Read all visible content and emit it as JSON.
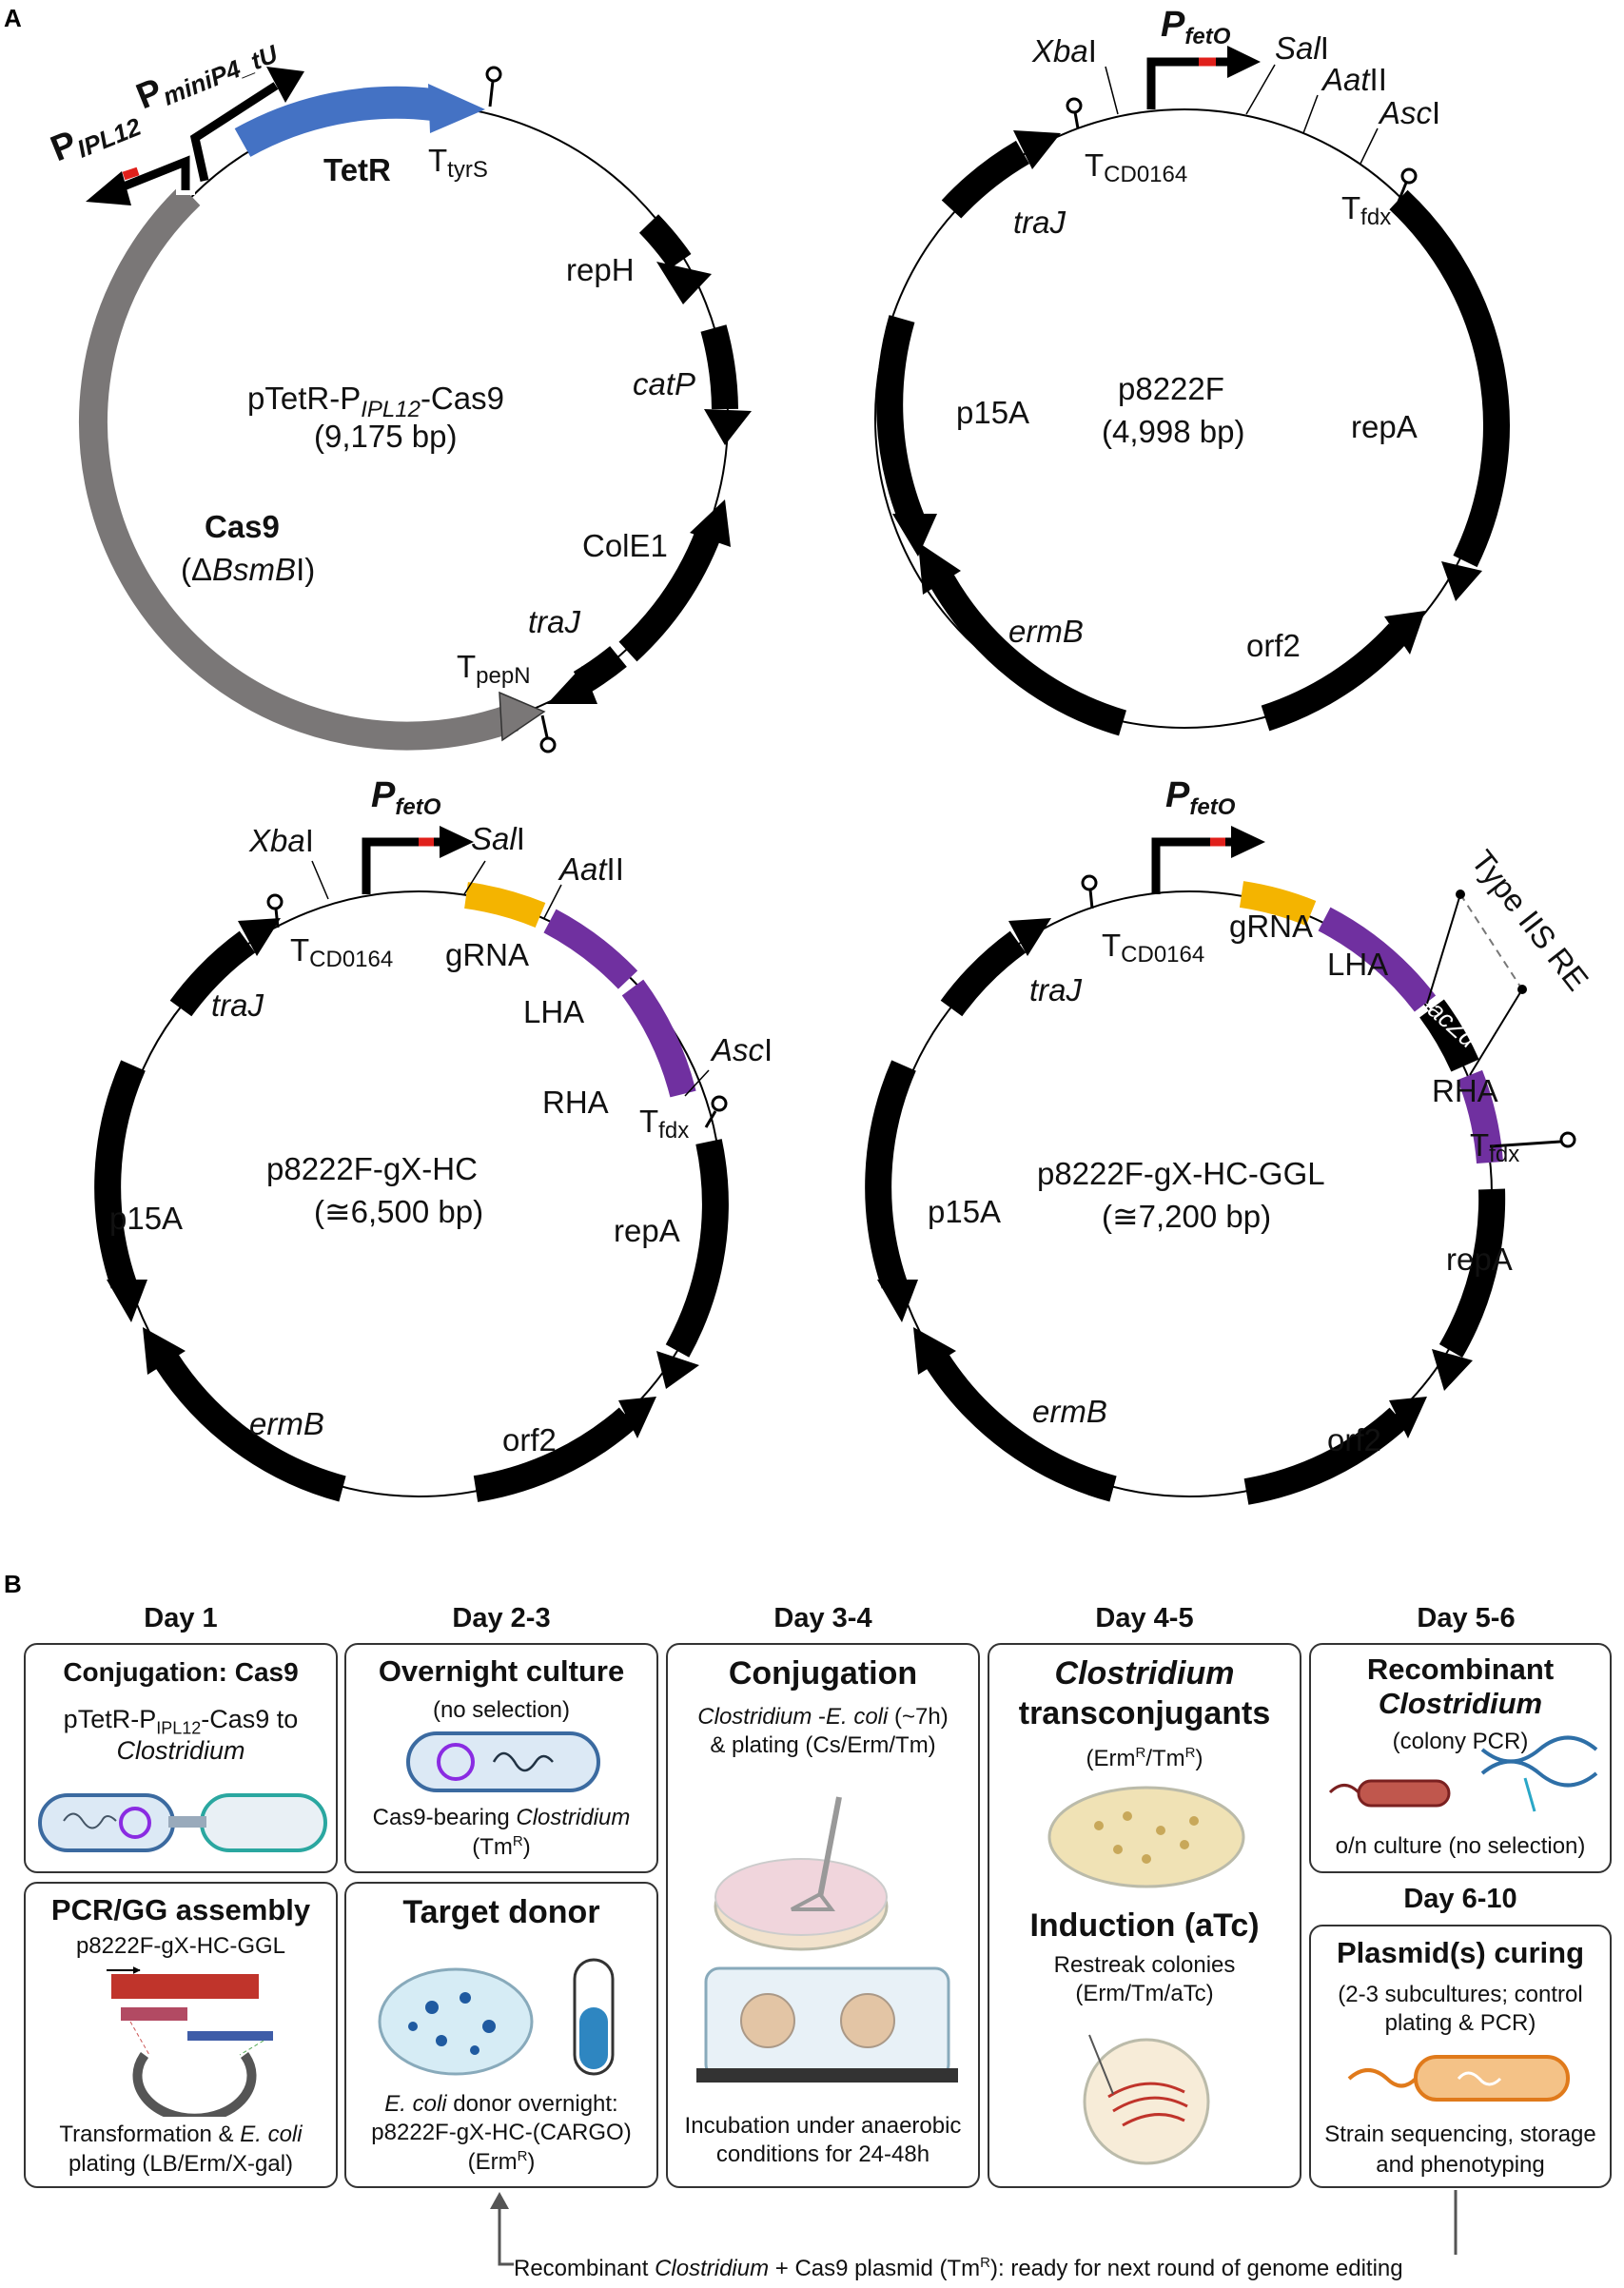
{
  "panel_a": {
    "label": "A",
    "map1": {
      "name": "pTetR-P",
      "name_sub": "IPL12",
      "name_suffix": "-Cas9",
      "size": "(9,175 bp)",
      "p_ipl12": "P",
      "p_ipl12_sub": "IPL12",
      "p_mini": "P",
      "p_mini_sub": "miniP4_tU",
      "tetr": "TetR",
      "ttyrs": "T",
      "ttyrs_sub": "tyrS",
      "reph": "repH",
      "catp": "catP",
      "cole1": "ColE1",
      "traj": "traJ",
      "tpepn": "T",
      "tpepn_sub": "pepN",
      "cas9": "Cas9",
      "cas9_note_pre": "(Δ",
      "cas9_note_it": "BsmB",
      "cas9_note_post": "I)"
    },
    "map2": {
      "name": "p8222F",
      "size": "(4,998 bp)",
      "xbai_it": "Xba",
      "xbai": "I",
      "pfeto": "P",
      "pfeto_sub": "fetO",
      "sali_it": "Sal",
      "sali": "I",
      "aatii_it": "Aat",
      "aatii": "II",
      "asci_it": "Asc",
      "asci": "I",
      "tcd": "T",
      "tcd_sub": "CD0164",
      "tfdx": "T",
      "tfdx_sub": "fdx",
      "traj": "traJ",
      "p15a": "p15A",
      "repa": "repA",
      "ermb": "ermB",
      "orf2": "orf2"
    },
    "map3": {
      "name": "p8222F-gX-HC",
      "size": "(≅6,500 bp)",
      "xbai_it": "Xba",
      "xbai": "I",
      "pfeto": "P",
      "pfeto_sub": "fetO",
      "sali_it": "Sal",
      "sali": "I",
      "aatii_it": "Aat",
      "aatii": "II",
      "asci_it": "Asc",
      "asci": "I",
      "tcd": "T",
      "tcd_sub": "CD0164",
      "grna": "gRNA",
      "lha": "LHA",
      "rha": "RHA",
      "tfdx": "T",
      "tfdx_sub": "fdx",
      "traj": "traJ",
      "p15a": "p15A",
      "repa": "repA",
      "ermb": "ermB",
      "orf2": "orf2"
    },
    "map4": {
      "name": "p8222F-gX-HC-GGL",
      "size": "(≅7,200 bp)",
      "pfeto": "P",
      "pfeto_sub": "fetO",
      "tcd": "T",
      "tcd_sub": "CD0164",
      "grna": "gRNA",
      "lha": "LHA",
      "rha": "RHA",
      "lacz": "lacZα",
      "type2s": "Type IIS RE",
      "tfdx": "T",
      "tfdx_sub": "fdx",
      "traj": "traJ",
      "p15a": "p15A",
      "repa": "repA",
      "ermb": "ermB",
      "orf2": "orf2"
    }
  },
  "panel_b": {
    "label": "B",
    "days": [
      "Day 1",
      "Day 2-3",
      "Day 3-4",
      "Day 4-5",
      "Day 5-6"
    ],
    "day6": "Day 6-10",
    "b1": {
      "title": "Conjugation: Cas9",
      "line1_pre": "pTetR-P",
      "line1_sub": "IPL12",
      "line1_post": "-Cas9 to",
      "line2": "Clostridium"
    },
    "b2": {
      "title": "PCR/GG assembly",
      "sub": "p8222F-gX-HC-GGL",
      "foot1_pre": "Transformation & ",
      "foot1_it": "E. coli",
      "foot2": "plating (LB/Erm/X-gal)"
    },
    "b3": {
      "title": "Overnight culture",
      "sub": "(no selection)",
      "foot1_pre": "Cas9-bearing ",
      "foot1_it": "Clostridium",
      "foot2_pre": "(Tm",
      "foot2_sup": "R",
      "foot2_post": ")"
    },
    "b4": {
      "title": "Target donor",
      "foot1_it": "E. coli",
      "foot1_post": " donor overnight:",
      "foot2": "p8222F-gX-HC-(CARGO)",
      "foot3_pre": "(Erm",
      "foot3_sup": "R",
      "foot3_post": ")"
    },
    "b5": {
      "title": "Conjugation",
      "sub1_it1": "Clostridium",
      "sub1_mid": " -",
      "sub1_it2": "E. coli",
      "sub1_post": " (~7h)",
      "sub2": "& plating (Cs/Erm/Tm)",
      "foot1": "Incubation under anaerobic",
      "foot2": "conditions for 24-48h"
    },
    "b6": {
      "title_it": "Clostridium",
      "title2": "transconjugants",
      "sub_pre": "(Erm",
      "sub_sup1": "R",
      "sub_mid": "/Tm",
      "sub_sup2": "R",
      "sub_post": ")",
      "ind_title": "Induction (aTc)",
      "ind1": "Restreak colonies",
      "ind2": "(Erm/Tm/aTc)"
    },
    "b7": {
      "title1": "Recombinant",
      "title2_it": "Clostridium",
      "sub": "(colony PCR)",
      "foot": "o/n culture (no selection)"
    },
    "b8": {
      "title": "Plasmid(s) curing",
      "sub1": "(2-3 subcultures; control",
      "sub2": "plating & PCR)",
      "foot1": "Strain sequencing, storage",
      "foot2": "and phenotyping"
    },
    "loop": {
      "pre": "Recombinant ",
      "it": "Clostridium",
      "mid": " + Cas9 plasmid (Tm",
      "sup": "R",
      "post": "): ready for next round of genome editing"
    }
  },
  "colors": {
    "blue": "#4472c4",
    "gray": "#7a7777",
    "yellow": "#f4b400",
    "purple": "#7030a0",
    "red": "#e0201b",
    "black": "#000000"
  }
}
